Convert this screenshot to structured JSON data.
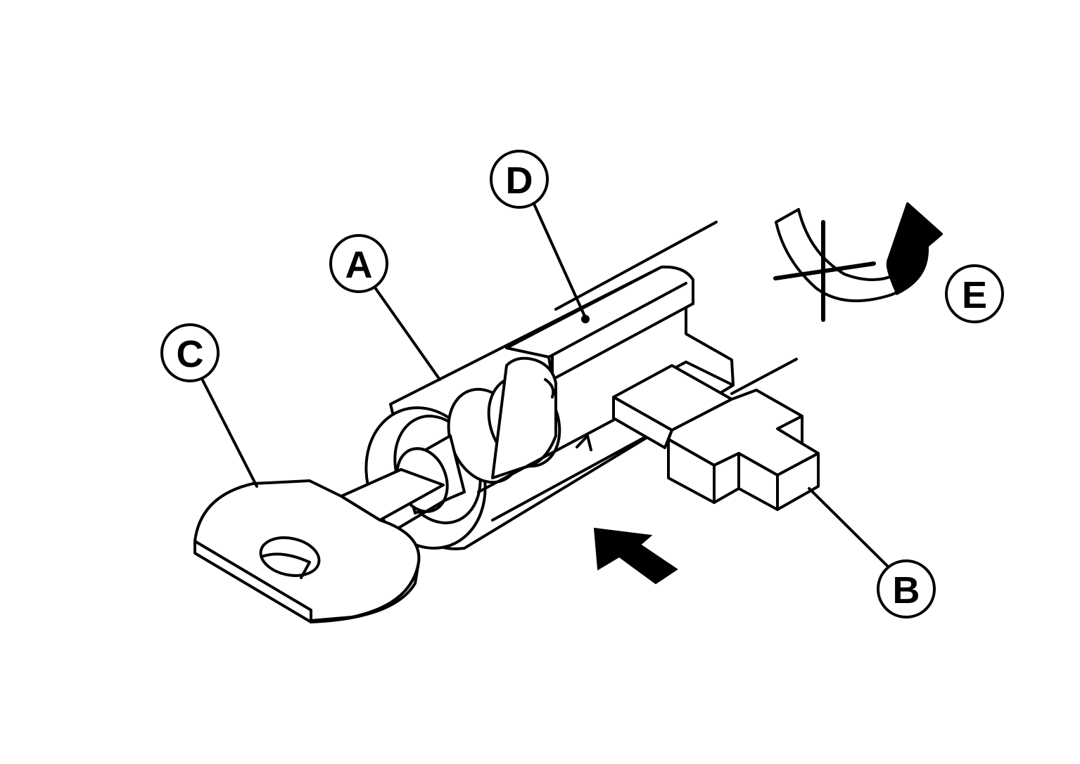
{
  "callouts": {
    "a": "A",
    "b": "B",
    "c": "C",
    "d": "D",
    "e": "E"
  },
  "colors": {
    "line": "#000000",
    "background": "#ffffff"
  },
  "icons": {
    "insert_direction": "solid-arrow-icon",
    "no_rotation": "crossed-rotation-arrow-icon"
  }
}
